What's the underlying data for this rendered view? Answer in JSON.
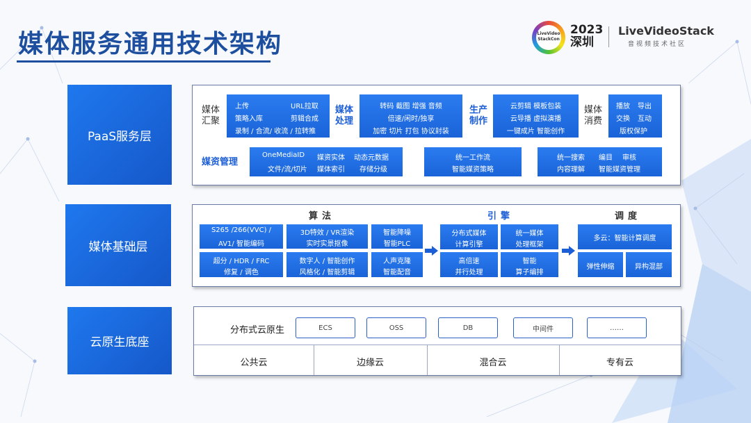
{
  "header": {
    "title": "媒体服务通用技术架构",
    "logo_badge_text": "LiveVideo StackCon",
    "logo_year": "2023",
    "logo_city": "深圳",
    "logo_brand": "LiveVideoStack",
    "logo_sub": "音视频技术社区"
  },
  "paas": {
    "label": "PaaS服务层",
    "aggregate": {
      "label1": "媒体",
      "label2": "汇聚",
      "rows": [
        [
          "上传",
          "URL拉取"
        ],
        [
          "策略入库",
          "剪辑合成"
        ],
        [
          "录制 / 合流/ 收流 / 拉转推"
        ]
      ]
    },
    "processing": {
      "label1": "媒体",
      "label2": "处理",
      "rows": [
        "转码 截图 增强 音频",
        "倍速/闲时/独享",
        "加密 切片 打包 协议封装"
      ]
    },
    "production": {
      "label1": "生产",
      "label2": "制作",
      "rows": [
        "云剪辑 模板包装",
        "云导播 虚拟演播",
        "一键成片 智能创作"
      ]
    },
    "consumption": {
      "label1": "媒体",
      "label2": "消费",
      "rows": [
        [
          "播放",
          "导出"
        ],
        [
          "交换",
          "互动"
        ],
        [
          "版权保护"
        ]
      ]
    },
    "asset": {
      "label": "媒资管理",
      "box1": [
        [
          "OneMediaID",
          "媒资实体",
          "动态元数据"
        ],
        [
          "文件/流/切片",
          "媒体索引",
          "存储分级"
        ]
      ],
      "box2": [
        "统一工作流",
        "智能媒资策略"
      ],
      "box3": [
        [
          "统一搜索",
          "编目",
          "审核"
        ],
        [
          "内容理解",
          "智能媒资管理"
        ]
      ]
    }
  },
  "base": {
    "label": "媒体基础层",
    "algo_header": "算法",
    "engine_header": "引擎",
    "sched_header": "调度",
    "algo": [
      [
        "S265 /266(VVC) /",
        "AV1/ 智能编码"
      ],
      [
        "3D特效 / VR渲染",
        "实时实景抠像"
      ],
      [
        "智能降噪",
        "智能PLC"
      ],
      [
        "超分 / HDR / FRC",
        "修复 / 调色"
      ],
      [
        "数字人 / 智能创作",
        "风格化 / 智能剪辑"
      ],
      [
        "人声克隆",
        "智能配音"
      ]
    ],
    "engine": [
      [
        "分布式媒体",
        "计算引擎"
      ],
      [
        "统一媒体",
        "处理框架"
      ],
      [
        "高倍速",
        "并行处理"
      ],
      [
        "智能",
        "算子编排"
      ]
    ],
    "sched": {
      "top": "多云：智能计算调度",
      "left": "弹性伸缩",
      "right": "异构混部"
    }
  },
  "cloud": {
    "label": "云原生底座",
    "row_label": "分布式云原生",
    "items": [
      "ECS",
      "OSS",
      "DB",
      "中间件",
      "……"
    ],
    "bottom": [
      "公共云",
      "边缘云",
      "混合云",
      "专有云"
    ]
  },
  "colors": {
    "primary": "#1c6fe0",
    "title": "#1d4f9e",
    "border": "#6a7aa6"
  }
}
